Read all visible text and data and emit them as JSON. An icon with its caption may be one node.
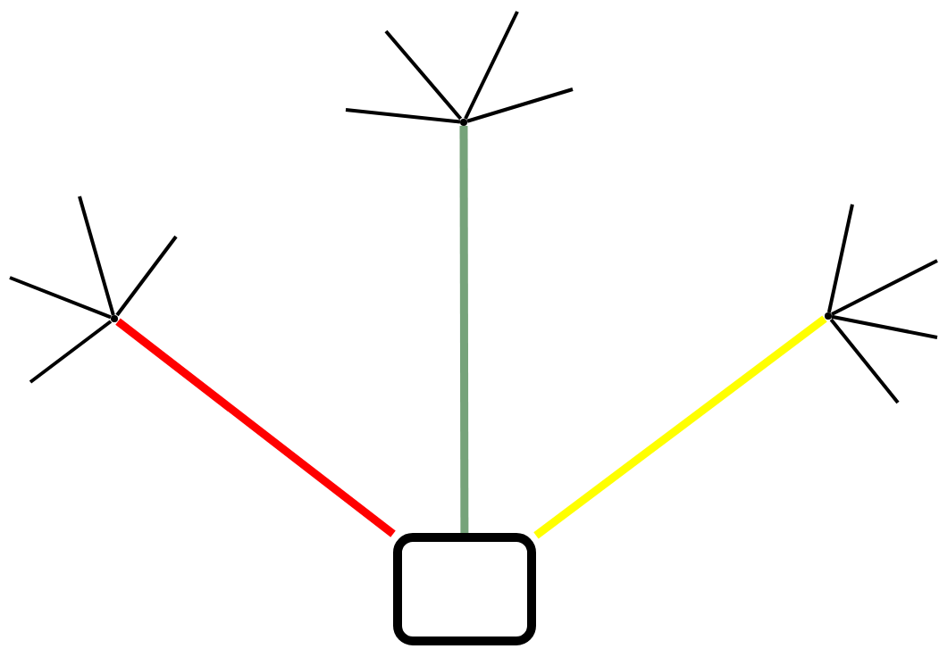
{
  "diagram": {
    "nodes": [
      {
        "text": [],
        "shape": "point"
      },
      {
        "text": [],
        "shape": "point"
      },
      {
        "text": [],
        "shape": "point"
      },
      {
        "text": [],
        "shape": "box"
      }
    ],
    "edges": [
      {
        "from": 3,
        "to": 0,
        "arrow": "none",
        "style": "thick",
        "color": "#ff0000"
      },
      {
        "from": 3,
        "to": 1,
        "arrow": "none",
        "style": "thick",
        "color": "#76a37a"
      },
      {
        "from": 3,
        "to": 2,
        "arrow": "none",
        "style": "thick",
        "color": "#ffff00"
      },
      {
        "from": 0,
        "to": null,
        "arrow": "none"
      },
      {
        "from": 0,
        "to": null,
        "arrow": "none"
      },
      {
        "from": 0,
        "to": null,
        "arrow": "none"
      },
      {
        "from": 0,
        "to": null,
        "arrow": "none"
      },
      {
        "from": 1,
        "to": null,
        "arrow": "none"
      },
      {
        "from": 1,
        "to": null,
        "arrow": "none"
      },
      {
        "from": 1,
        "to": null,
        "arrow": "none"
      },
      {
        "from": 1,
        "to": null,
        "arrow": "none"
      },
      {
        "from": 2,
        "to": null,
        "arrow": "none"
      },
      {
        "from": 2,
        "to": null,
        "arrow": "none"
      },
      {
        "from": 2,
        "to": null,
        "arrow": "none"
      },
      {
        "from": 2,
        "to": null,
        "arrow": "none"
      }
    ]
  }
}
